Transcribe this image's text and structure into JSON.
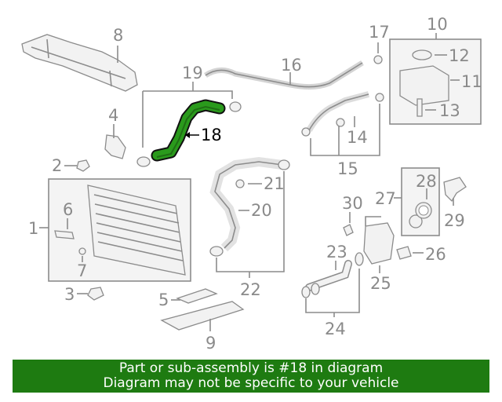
{
  "diagram": {
    "highlighted_part": "18",
    "labels": {
      "l1": "1",
      "l2": "2",
      "l3": "3",
      "l4": "4",
      "l5": "5",
      "l6": "6",
      "l7": "7",
      "l8": "8",
      "l9": "9",
      "l10": "10",
      "l11": "11",
      "l12": "12",
      "l13": "13",
      "l14": "14",
      "l15": "15",
      "l16": "16",
      "l17": "17",
      "l18": "18",
      "l19": "19",
      "l20": "20",
      "l21": "21",
      "l22": "22",
      "l23": "23",
      "l24": "24",
      "l25": "25",
      "l26": "26",
      "l27": "27",
      "l28": "28",
      "l29": "29",
      "l30": "30"
    },
    "colors": {
      "highlight": "#2a9a1c",
      "banner": "#1e7b11",
      "parts": "#8c8c8c"
    }
  },
  "banner": {
    "line1": "Part or sub-assembly is #18 in diagram",
    "line2": "Diagram may not be specific to your vehicle"
  }
}
